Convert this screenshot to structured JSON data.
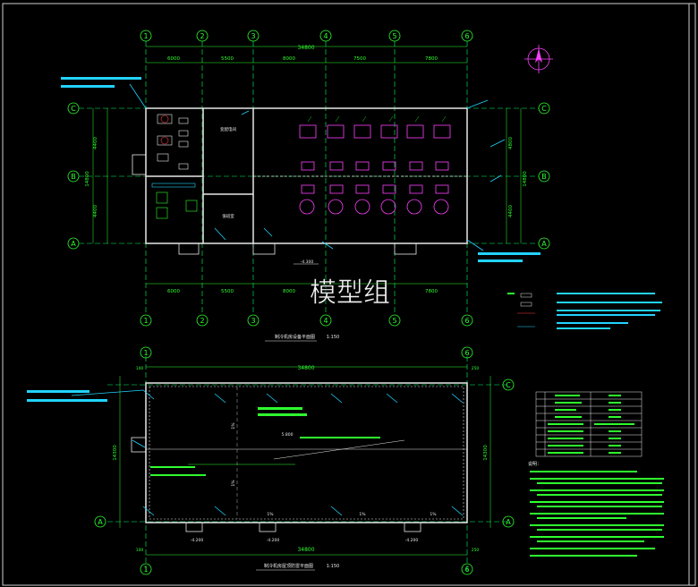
{
  "drawing": {
    "watermark": "模型组",
    "top_plan": {
      "title": "制冷机房设备平面图",
      "scale": "1:150",
      "axes_x": [
        "1",
        "2",
        "3",
        "4",
        "5",
        "6"
      ],
      "axes_y": [
        "C",
        "B",
        "A"
      ],
      "total_dim": "34800",
      "spans": [
        "6000",
        "5500",
        "8000",
        "7500",
        "7800"
      ],
      "bottom_spans": [
        "6000",
        "5500",
        "8000",
        "7800"
      ],
      "y_spans": [
        "4400",
        "4400"
      ],
      "y_spans_right": [
        "4800",
        "4400"
      ],
      "y_total": "14800",
      "level_mark": "-4.300",
      "room_labels": [
        "变配电间",
        "值班室"
      ]
    },
    "bottom_plan": {
      "title": "制冷机房屋顶防雷平面图",
      "scale": "1:150",
      "axes_x": [
        "1",
        "6"
      ],
      "axes_y": [
        "C",
        "A"
      ],
      "total_dim": "34800",
      "edge_dims": [
        "100",
        "250"
      ],
      "y_total": "14300",
      "level_marks": [
        "-4.200",
        "-4.200",
        "-4.200"
      ],
      "slope_labels": [
        "1%",
        "1%",
        "1%",
        "1%",
        "1%"
      ],
      "roof_height": "5.800"
    },
    "notes_label": "说明："
  },
  "colors": {
    "background": "#000000",
    "grid": "#00ff66",
    "wall": "#e8e8e8",
    "dim": "#2fff2f",
    "device": "#ff40ff",
    "cyan": "#22d3ff",
    "axis_bubble": "#2fff2f"
  }
}
